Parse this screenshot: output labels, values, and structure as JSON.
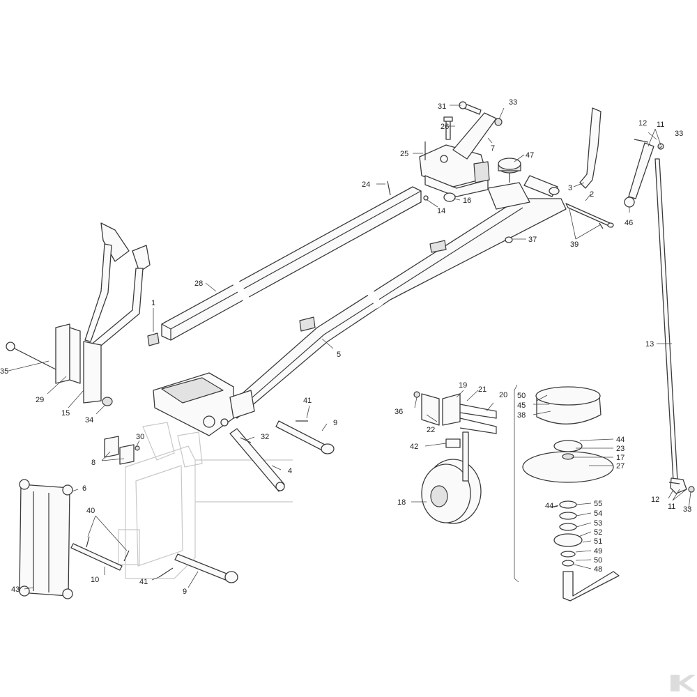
{
  "diagram": {
    "callouts": [
      {
        "id": "c1",
        "text": "1"
      },
      {
        "id": "c2",
        "text": "2"
      },
      {
        "id": "c3",
        "text": "3"
      },
      {
        "id": "c4",
        "text": "4"
      },
      {
        "id": "c5",
        "text": "5"
      },
      {
        "id": "c6",
        "text": "6"
      },
      {
        "id": "c7",
        "text": "7"
      },
      {
        "id": "c8",
        "text": "8"
      },
      {
        "id": "c9a",
        "text": "9"
      },
      {
        "id": "c9b",
        "text": "9"
      },
      {
        "id": "c10",
        "text": "10"
      },
      {
        "id": "c11a",
        "text": "11"
      },
      {
        "id": "c11b",
        "text": "11"
      },
      {
        "id": "c12a",
        "text": "12"
      },
      {
        "id": "c12b",
        "text": "12"
      },
      {
        "id": "c13",
        "text": "13"
      },
      {
        "id": "c14",
        "text": "14"
      },
      {
        "id": "c15",
        "text": "15"
      },
      {
        "id": "c16",
        "text": "16"
      },
      {
        "id": "c17",
        "text": "17"
      },
      {
        "id": "c18",
        "text": "18"
      },
      {
        "id": "c19",
        "text": "19"
      },
      {
        "id": "c20",
        "text": "20"
      },
      {
        "id": "c21",
        "text": "21"
      },
      {
        "id": "c22",
        "text": "22"
      },
      {
        "id": "c23",
        "text": "23"
      },
      {
        "id": "c24",
        "text": "24"
      },
      {
        "id": "c25",
        "text": "25"
      },
      {
        "id": "c26",
        "text": "26"
      },
      {
        "id": "c27",
        "text": "27"
      },
      {
        "id": "c28",
        "text": "28"
      },
      {
        "id": "c29",
        "text": "29"
      },
      {
        "id": "c30",
        "text": "30"
      },
      {
        "id": "c31",
        "text": "31"
      },
      {
        "id": "c32",
        "text": "32"
      },
      {
        "id": "c33a",
        "text": "33"
      },
      {
        "id": "c33b",
        "text": "33"
      },
      {
        "id": "c33c",
        "text": "33"
      },
      {
        "id": "c34",
        "text": "34"
      },
      {
        "id": "c35",
        "text": "35"
      },
      {
        "id": "c36",
        "text": "36"
      },
      {
        "id": "c37",
        "text": "37"
      },
      {
        "id": "c38",
        "text": "38"
      },
      {
        "id": "c39",
        "text": "39"
      },
      {
        "id": "c40",
        "text": "40"
      },
      {
        "id": "c41a",
        "text": "41"
      },
      {
        "id": "c41b",
        "text": "41"
      },
      {
        "id": "c42",
        "text": "42"
      },
      {
        "id": "c43",
        "text": "43"
      },
      {
        "id": "c44a",
        "text": "44"
      },
      {
        "id": "c44b",
        "text": "44"
      },
      {
        "id": "c45",
        "text": "45"
      },
      {
        "id": "c46",
        "text": "46"
      },
      {
        "id": "c47",
        "text": "47"
      },
      {
        "id": "c48",
        "text": "48"
      },
      {
        "id": "c49",
        "text": "49"
      },
      {
        "id": "c50a",
        "text": "50"
      },
      {
        "id": "c50b",
        "text": "50"
      },
      {
        "id": "c51",
        "text": "51"
      },
      {
        "id": "c52",
        "text": "52"
      },
      {
        "id": "c53",
        "text": "53"
      },
      {
        "id": "c54",
        "text": "54"
      },
      {
        "id": "c55",
        "text": "55"
      }
    ],
    "colors": {
      "line": "#3a3a3a",
      "fill": "#fafafa",
      "shade": "#e2e2e2",
      "watermark": "#dcdcdc"
    }
  }
}
